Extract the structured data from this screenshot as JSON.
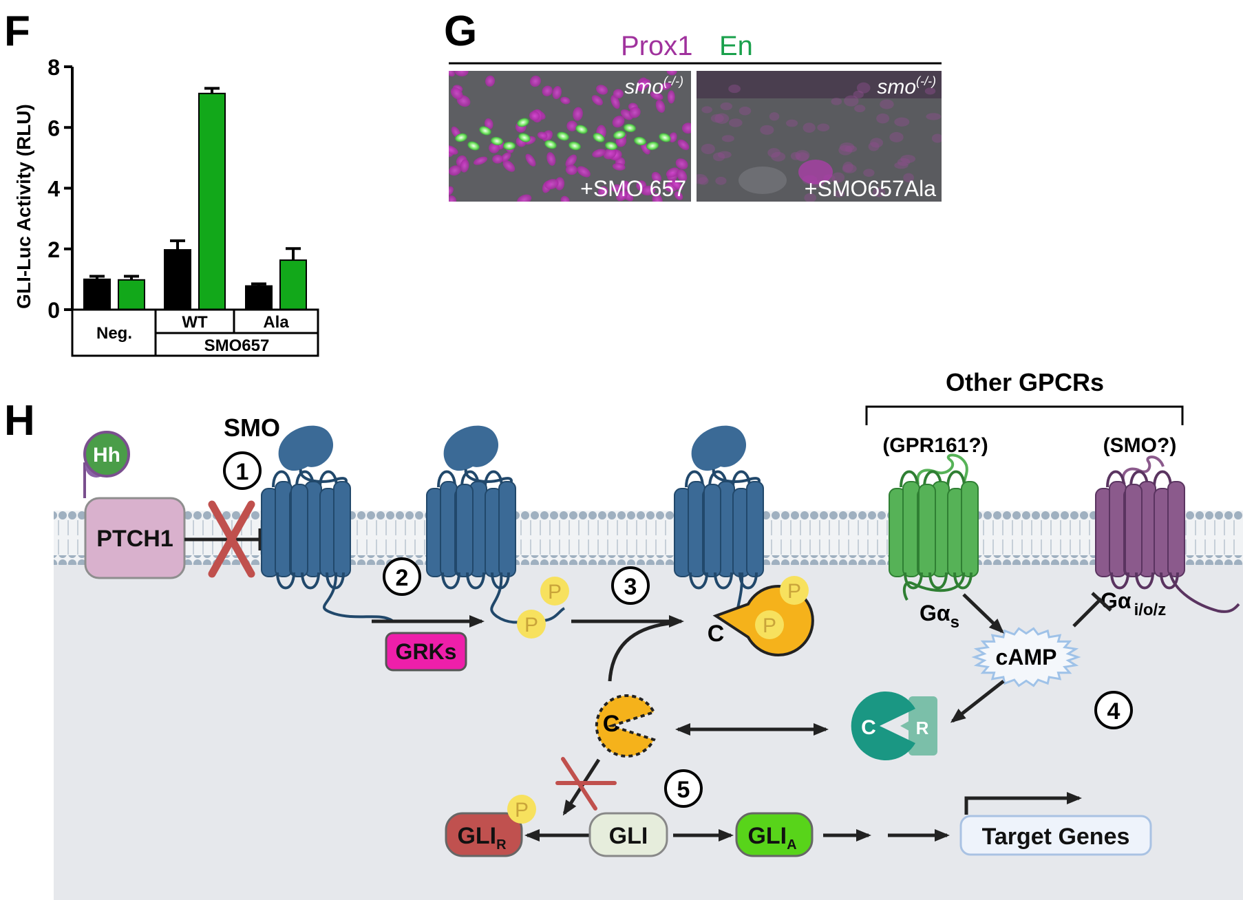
{
  "panels": {
    "f": "F",
    "g": "G",
    "h": "H"
  },
  "chart_data": {
    "type": "bar",
    "ylabel": "GLI-Luc Activity (RLU)",
    "ylim": [
      0,
      8
    ],
    "yticks": [
      "0",
      "2",
      "4",
      "6",
      "8"
    ],
    "categories": [
      "Neg.",
      "WT",
      "Ala"
    ],
    "group_label": "SMO657",
    "series": [
      {
        "color": "#000000",
        "values": [
          1.0,
          1.97,
          0.78
        ],
        "errors": [
          0.1,
          0.3,
          0.07
        ]
      },
      {
        "color": "#12a81a",
        "values": [
          0.98,
          7.12,
          1.63
        ],
        "errors": [
          0.12,
          0.17,
          0.38
        ]
      }
    ]
  },
  "micrograph": {
    "legend_a": "Prox1",
    "legend_b": "En",
    "legend_a_color": "#a0329d",
    "legend_b_color": "#19a04b",
    "left_genotype": "smo",
    "left_superscript": "(-/-)",
    "left_label": "+SMO 657",
    "right_genotype": "smo",
    "right_superscript": "(-/-)",
    "right_label": "+SMO657Ala"
  },
  "diagram": {
    "hh": "Hh",
    "ptch1": "PTCH1",
    "smo": "SMO",
    "other_gpcrs": "Other GPCRs",
    "gpr161": "(GPR161?)",
    "smo_q": "(SMO?)",
    "steps": [
      "1",
      "2",
      "3",
      "4",
      "5"
    ],
    "grks": "GRKs",
    "p": "P",
    "c": "C",
    "r": "R",
    "camp": "cAMP",
    "galpha": "Gα",
    "gs_sub": "s",
    "gi_sub": "i/o/z",
    "gli": "GLI",
    "gli_r": "GLI",
    "gli_r_sub": "R",
    "gli_a": "GLI",
    "gli_a_sub": "A",
    "target": "Target Genes",
    "colors": {
      "smo": "#3b6a96",
      "membrane": "#9aabbb",
      "cytoplasm": "#e6e8ec",
      "ptch1": "#d9b1cd",
      "hh": "#4a9d48",
      "grks": "#ee1faa",
      "phospho": "#f7e15e",
      "pka_c": "#f5b21b",
      "pka_teal": "#1a9783",
      "pka_r": "#7bbfa9",
      "gpr161": "#56b257",
      "gi_gpcr": "#8b5a8c",
      "gli_r": "#c0514f",
      "gli": "#e6eddc",
      "gli_a": "#58d41a",
      "target": "#eef3fb",
      "inhibit_x": "#c0504d"
    }
  }
}
